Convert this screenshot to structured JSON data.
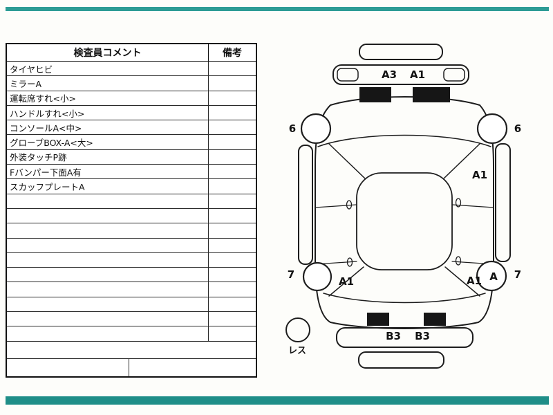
{
  "colors": {
    "border_teal_top": "#2d9c95",
    "border_teal_bottom": "#1f8e88",
    "ink": "#111111",
    "damage_mark_fill": "#161616"
  },
  "table": {
    "header_comments": "検査員コメント",
    "header_remarks": "備考",
    "rows": [
      "タイヤヒビ",
      "ミラーA",
      "運転席すれ<小>",
      "ハンドルすれ<小>",
      "コンソールA<中>",
      "グローブBOX-A<大>",
      "外装タッチP跡",
      "Fバンパー下面A有",
      "スカッフプレートA",
      "",
      "",
      "",
      "",
      "",
      "",
      "",
      "",
      "",
      ""
    ]
  },
  "diagram": {
    "front": {
      "a3": "A3",
      "a1": "A1"
    },
    "wheels": {
      "front_left": "6",
      "front_right": "6",
      "rear_left": "7",
      "rear_right": "7",
      "rear_right_inner": "A"
    },
    "side_right": "A1",
    "rear": {
      "left_a1": "A1",
      "right_a1": "A1",
      "b3_left": "B3",
      "b3_right": "B3"
    },
    "spare": "レス"
  }
}
